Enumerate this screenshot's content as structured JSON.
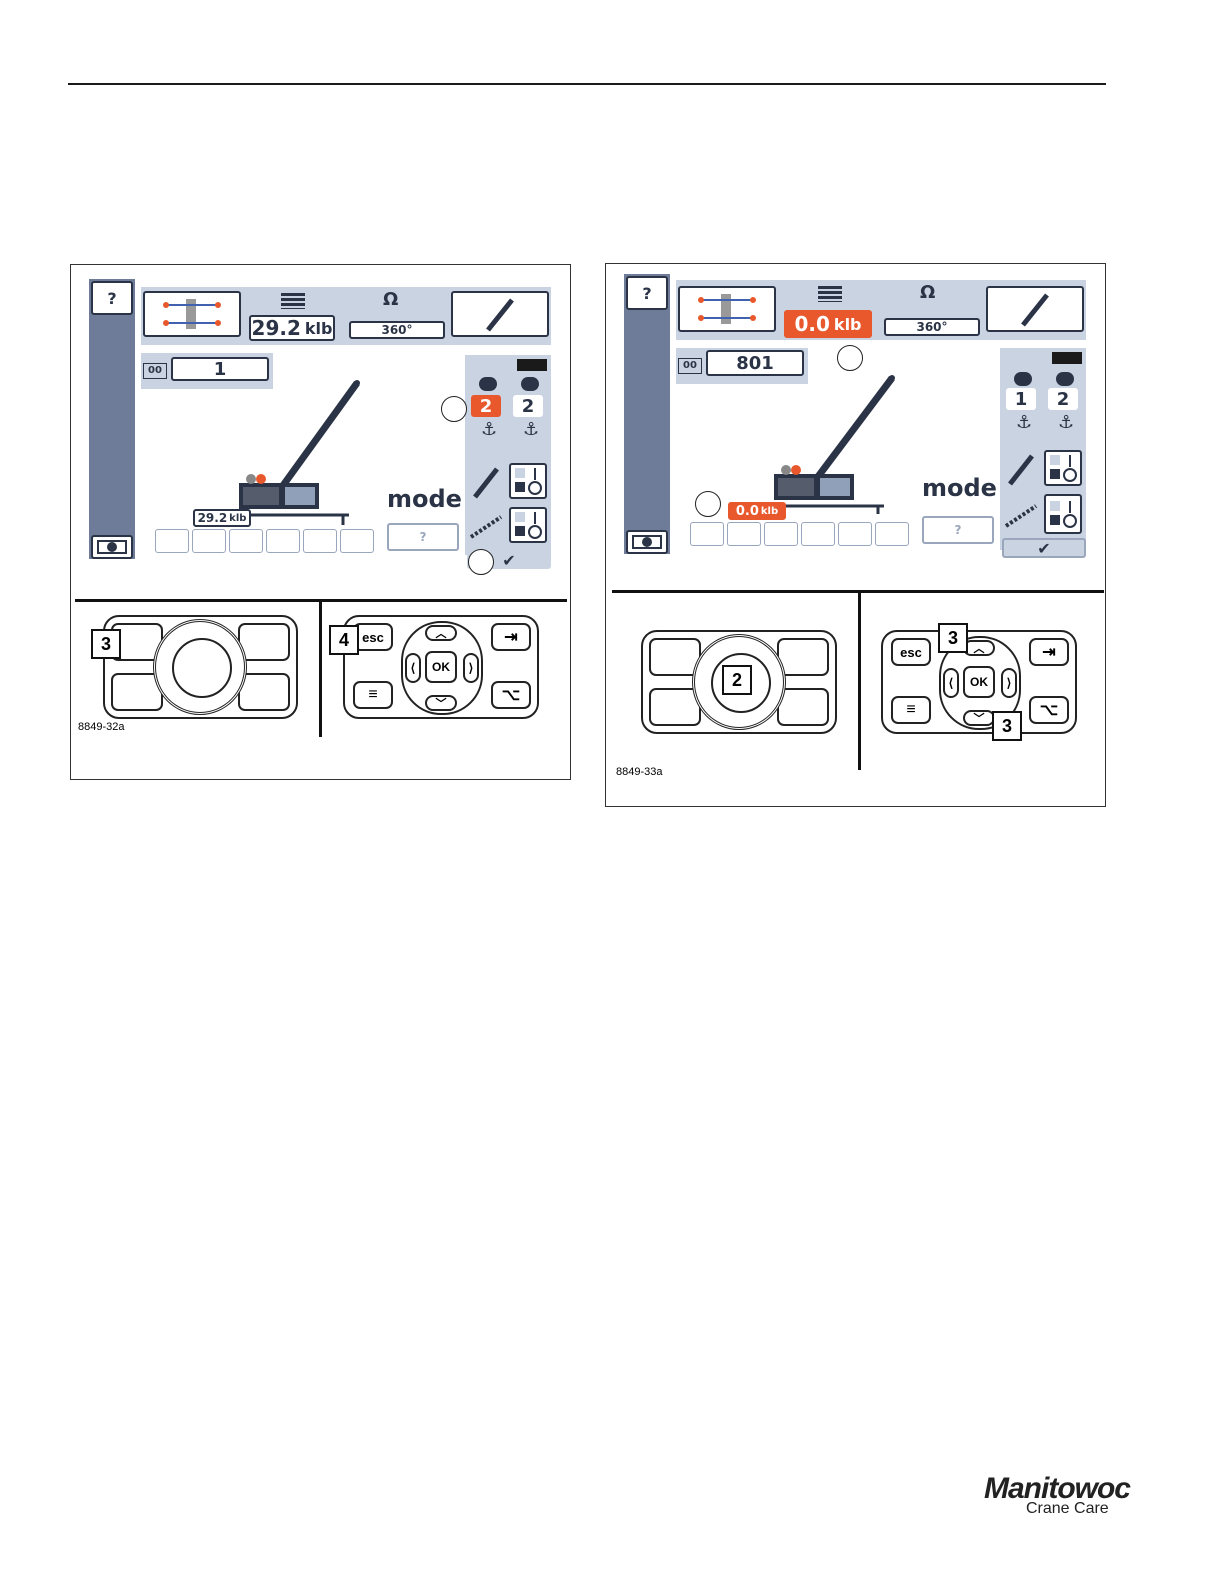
{
  "figure_left": {
    "load_value": "29.2",
    "load_unit": "klb",
    "slew_value": "360°",
    "reeving_value": "1",
    "hoist_ii_value": "2",
    "hoist_i_value": "2",
    "boom_load_value": "29.2",
    "boom_load_unit": "klb",
    "mode_label": "mode",
    "control_callouts": [
      "3",
      "4"
    ],
    "keypad": {
      "esc": "esc",
      "ok": "OK"
    },
    "figure_id": "8849-32a"
  },
  "figure_right": {
    "load_value": "0.0",
    "load_unit": "klb",
    "slew_value": "360°",
    "reeving_value": "801",
    "hoist_ii_value": "1",
    "hoist_i_value": "2",
    "boom_load_value": "0.0",
    "boom_load_unit": "klb",
    "mode_label": "mode",
    "control_callouts": [
      "2",
      "3",
      "3"
    ],
    "keypad": {
      "esc": "esc",
      "ok": "OK"
    },
    "figure_id": "8849-33a"
  },
  "logo": {
    "brand": "Manitowoc",
    "subtitle": "Crane Care"
  },
  "colors": {
    "accent": "#e8582c",
    "panel": "#c9d3e1",
    "sidebar": "#6e7c99",
    "ink": "#2b3446"
  }
}
